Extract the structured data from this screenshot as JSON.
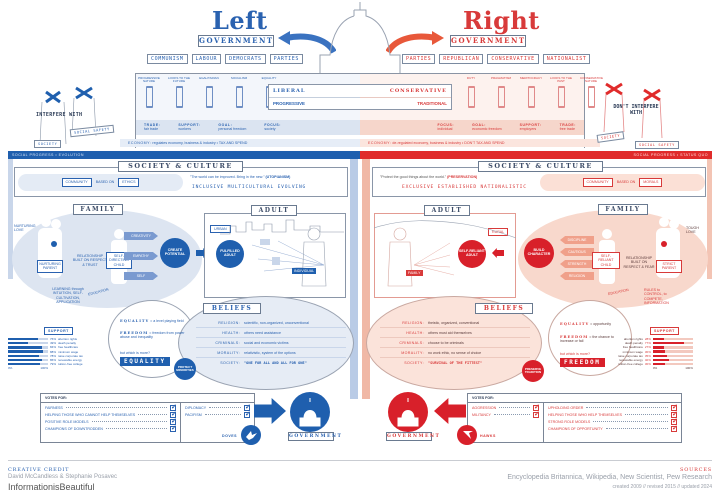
{
  "left": {
    "title": "Left",
    "government_ribbon": "GOVERNMENT",
    "parties": [
      "COMMUNISM",
      "LABOUR",
      "DEMOCRATS",
      "PARTIES"
    ],
    "pillars": [
      "PROGRESSIVE NATURE",
      "LOOKS TO THE FUTURE",
      "EGALITARIAN",
      "SOCIALISM",
      "EQUALITY"
    ],
    "ideology_primary": "LIBERAL",
    "ideology_secondary": "PROGRESSIVE",
    "strip": [
      {
        "key": "TRADE:",
        "value": "fair trade"
      },
      {
        "key": "SUPPORT:",
        "value": "workers"
      },
      {
        "key": "GOAL:",
        "value": "personal freedom"
      },
      {
        "key": "FOCUS:",
        "value": "society"
      }
    ],
    "economy": {
      "key": "ECONOMY:",
      "value": "regulates economy, business & industry • TAX AND SPEND"
    },
    "interfere_label": "INTERFERE WITH",
    "interfere_tags": [
      "SOCIETY",
      "SOCIAL SAFETY"
    ],
    "social_progress_bar": "SOCIAL PROGRESS • EVOLUTION",
    "society": {
      "ribbon": "SOCIETY & CULTURE",
      "community": "COMMUNITY",
      "based_on": "BASED ON",
      "basis": "ETHICS",
      "quote": "\"The world can be improved. Bring in the new.\"",
      "quote_tag": "(UTOPIANISM)",
      "traits": "INCLUSIVE   MULTICULTURAL   EVOLVING"
    },
    "family": {
      "ribbon": "FAMILY",
      "nurturing_label": "NURTURING LOVE",
      "parent_box": "NURTURING PARENT",
      "relationship": "RELATIONSHIP BUILT ON RESPECT & TRUST",
      "child_box": "SELF-DIRECTING CHILD",
      "learning": "LEARNING through INTUITION, SELF-CULTIVATION, APPLICATION",
      "education": "EDUCATION",
      "outcomes": [
        "CREATIVITY",
        "EMPATHY",
        "SELF"
      ],
      "potential": "CREATE POTENTIAL"
    },
    "adult": {
      "ribbon": "ADULT",
      "setting": "URBAN",
      "result": "FULFILLED ADULT",
      "case": "INDIVIDUAL"
    },
    "beliefs": {
      "ribbon": "BELIEFS",
      "equality_key": "EQUALITY",
      "equality_text": "= a level playing field",
      "freedom_key": "FREEDOM",
      "freedom_text": "= freedom from power abuse and inequality",
      "which_label": "but which is more?",
      "winner": "EQUALITY",
      "badge": "PROTECT MINORITIES",
      "rows": [
        {
          "key": "RELIGION:",
          "value": "scientific, non-organized, unconventional"
        },
        {
          "key": "HEALTH:",
          "value": "others need assistance"
        },
        {
          "key": "CRIMINALS:",
          "value": "social and economic victims"
        },
        {
          "key": "MORALITY:",
          "value": "relativistic, system of the options"
        },
        {
          "key": "SOCIETY:",
          "value": "\"ONE FOR ALL AND ALL FOR ONE\""
        }
      ]
    },
    "support": {
      "title": "SUPPORT",
      "axis": [
        "0%",
        "100%"
      ],
      "rows": [
        {
          "pct": "76%",
          "label": "abortion rights",
          "value": 76
        },
        {
          "pct": "49%",
          "label": "death penalty",
          "value": 49
        },
        {
          "pct": "84%",
          "label": "free healthcare",
          "value": 84
        },
        {
          "pct": "88%",
          "label": "minimum wage",
          "value": 88
        },
        {
          "pct": "78%",
          "label": "raise corporate tax",
          "value": 78
        },
        {
          "pct": "86%",
          "label": "renewable energy",
          "value": 86
        },
        {
          "pct": "79%",
          "label": "tuition-free college",
          "value": 79
        }
      ]
    },
    "votes": {
      "title": "VOTES FOR:",
      "col1": [
        "FAIRNESS",
        "HELPING THOSE WHO CANNOT HELP THEMSELVES",
        "POSITIVE ROLE MODELS",
        "CHAMPIONS OF DOWNTRODDEN"
      ],
      "col2": [
        "DIPLOMACY",
        "PACIFISM"
      ],
      "tag": "DOVES"
    },
    "government_bottom": "GOVERNMENT"
  },
  "right": {
    "title": "Right",
    "government_ribbon": "GOVERNMENT",
    "parties": [
      "PARTIES",
      "REPUBLICAN",
      "CONSERVATIVE",
      "NATIONALIST"
    ],
    "pillars": [
      "DUTY",
      "PRAGMATISM",
      "MERITOCRACY",
      "LOOKS TO THE PAST",
      "CONSERVATIVE NATURE"
    ],
    "ideology_primary": "CONSERVATIVE",
    "ideology_secondary": "TRADITIONAL",
    "strip": [
      {
        "key": "FOCUS:",
        "value": "individual"
      },
      {
        "key": "GOAL:",
        "value": "economic freedom"
      },
      {
        "key": "SUPPORT:",
        "value": "employers"
      },
      {
        "key": "TRADE:",
        "value": "free trade"
      }
    ],
    "economy": {
      "key": "ECONOMY:",
      "value": "de-regulated economy, business & industry • DON'T TAX AND SPEND"
    },
    "interfere_label": "DON'T INTERFERE WITH",
    "interfere_tags": [
      "SOCIETY",
      "SOCIAL SAFETY"
    ],
    "social_progress_bar": "SOCIAL PROGRESS • STATUS QUO",
    "society": {
      "ribbon": "SOCIETY & CULTURE",
      "community": "COMMUNITY",
      "based_on": "BASED ON",
      "basis": "MORALS",
      "quote": "\"Protect the good things about the world.\"",
      "quote_tag": "(PRESERVATION)",
      "traits": "EXCLUSIVE   ESTABLISHED   NATIONALISTIC"
    },
    "family": {
      "ribbon": "FAMILY",
      "nurturing_label": "TOUGH LOVE",
      "parent_box": "STRICT PARENT",
      "relationship": "RELATIONSHIP BUILT ON RESPECT & FEAR",
      "child_box": "SELF-RELIANT CHILD",
      "learning": "RULES to CONTROL, to COMPETE, INFORMATION",
      "education": "EDUCATION",
      "outcomes": [
        "DISCIPLINE",
        "CAUTIOUS",
        "STRENGTH",
        "RELIGION"
      ],
      "potential": "BUILD CHARACTER"
    },
    "adult": {
      "ribbon": "ADULT",
      "setting": "RURAL",
      "result": "SELF-RELIANT ADULT",
      "case": "FAMILY"
    },
    "beliefs": {
      "ribbon": "BELIEFS",
      "equality_key": "EQUALITY",
      "equality_text": "= opportunity",
      "freedom_key": "FREEDOM",
      "freedom_text": "= the chance to increase or fail",
      "which_label": "but which is more?",
      "winner": "FREEDOM",
      "badge": "PRESERVE TRADITION",
      "rows": [
        {
          "key": "RELIGION:",
          "value": "theistic, organized, conventional"
        },
        {
          "key": "HEALTH:",
          "value": "others must aid themselves"
        },
        {
          "key": "CRIMINALS:",
          "value": "choose to be criminals"
        },
        {
          "key": "MORALITY:",
          "value": "no work ethic, no sense of choice"
        },
        {
          "key": "SOCIETY:",
          "value": "\"SURVIVAL OF THE FITTEST\""
        }
      ]
    },
    "support": {
      "title": "SUPPORT",
      "axis": [
        "0%",
        "100%"
      ],
      "rows": [
        {
          "label": "abortion rights",
          "pct": "28%",
          "value": 28
        },
        {
          "label": "death penalty",
          "pct": "77%",
          "value": 77
        },
        {
          "label": "free healthcare",
          "pct": "27%",
          "value": 27
        },
        {
          "label": "minimum wage",
          "pct": "30%",
          "value": 30
        },
        {
          "label": "raise corporate tax",
          "pct": "35%",
          "value": 35
        },
        {
          "label": "renewable energy",
          "pct": "40%",
          "value": 40
        },
        {
          "label": "tuition-free college",
          "pct": "30%",
          "value": 30
        }
      ]
    },
    "votes": {
      "title": "VOTES FOR:",
      "col1": [
        "AGGRESSION",
        "MILITANCY"
      ],
      "col2": [
        "UPHOLDING ORDER",
        "HELPING THOSE WHO HELP THEMSELVES",
        "STRONG ROLE MODELS",
        "CHAMPIONS OF OPPORTUNITY"
      ],
      "tag": "HAWKS"
    },
    "government_bottom": "GOVERNMENT"
  },
  "colors": {
    "left_accent": "#1f5fae",
    "left_light": "#dfe7f3",
    "right_accent": "#e02b2b",
    "right_light": "#f8ddd3"
  },
  "footer": {
    "credit_heading": "CREATIVE CREDIT",
    "credit_names": "David McCandless & Stephanie Posavec",
    "brand": "InformationisBeautiful",
    "sources_heading": "SOURCES",
    "sources": "Encyclopedia Britannica, Wikipedia, New Scientist, Pew Research",
    "dates": "created 2009 // revised 2015 // updated 2024"
  }
}
